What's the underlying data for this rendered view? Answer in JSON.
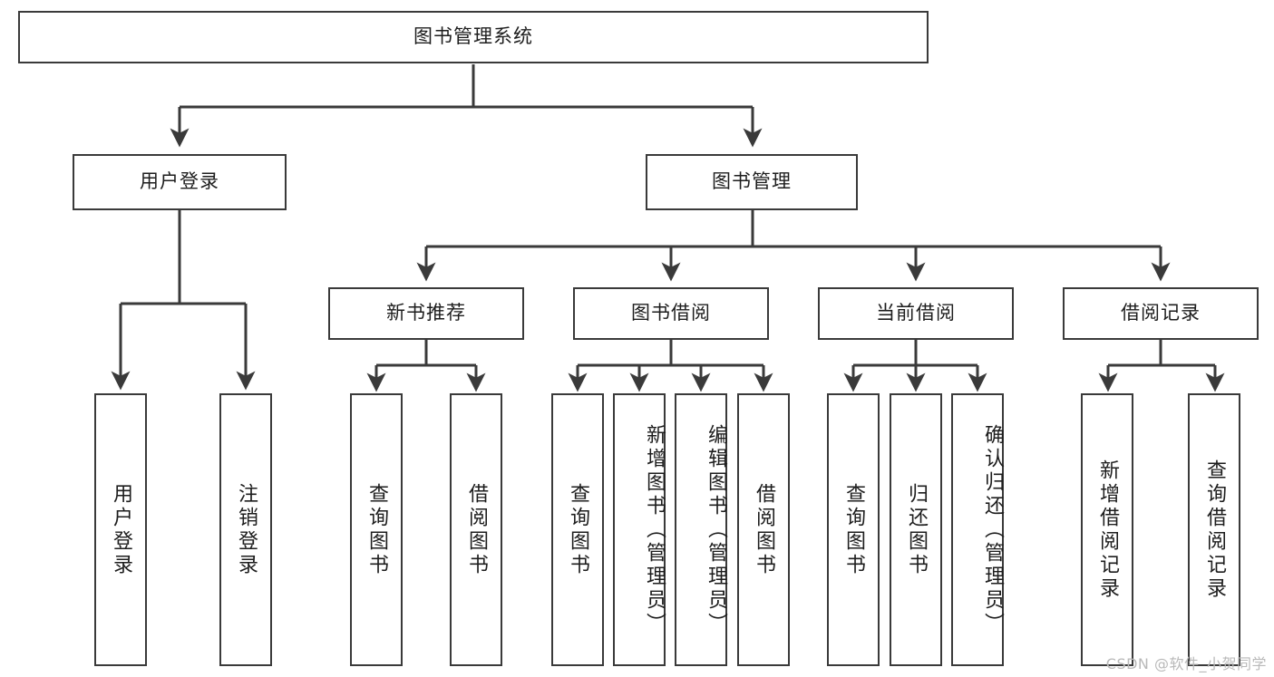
{
  "diagram": {
    "type": "tree-hierarchy-chart",
    "title": "图书管理系统",
    "root": {
      "label": "图书管理系统"
    },
    "level2": [
      {
        "id": "user-login",
        "label": "用户登录"
      },
      {
        "id": "book-management",
        "label": "图书管理"
      }
    ],
    "level3": [
      {
        "id": "new-book-recommend",
        "label": "新书推荐",
        "parent": "book-management"
      },
      {
        "id": "book-borrow",
        "label": "图书借阅",
        "parent": "book-management"
      },
      {
        "id": "current-borrow",
        "label": "当前借阅",
        "parent": "book-management"
      },
      {
        "id": "borrow-record",
        "label": "借阅记录",
        "parent": "book-management"
      }
    ],
    "leaves": {
      "user_login": [
        {
          "id": "leaf-user-login",
          "label": "用户登录"
        },
        {
          "id": "leaf-user-logout",
          "label": "注销登录"
        }
      ],
      "new_book_recommend": [
        {
          "id": "leaf-query-book-1",
          "label": "查询图书"
        },
        {
          "id": "leaf-borrow-book-1",
          "label": "借阅图书"
        }
      ],
      "book_borrow": [
        {
          "id": "leaf-query-book-2",
          "label": "查询图书"
        },
        {
          "id": "leaf-add-book",
          "label": "新增图书（管理员）"
        },
        {
          "id": "leaf-edit-book",
          "label": "编辑图书（管理员）"
        },
        {
          "id": "leaf-borrow-book-2",
          "label": "借阅图书"
        }
      ],
      "current_borrow": [
        {
          "id": "leaf-query-book-3",
          "label": "查询图书"
        },
        {
          "id": "leaf-return-book",
          "label": "归还图书"
        },
        {
          "id": "leaf-confirm-return",
          "label": "确认归还（管理员）"
        }
      ],
      "borrow_record": [
        {
          "id": "leaf-add-record",
          "label": "新增借阅记录"
        },
        {
          "id": "leaf-query-record",
          "label": "查询借阅记录"
        }
      ]
    },
    "watermark": "CSDN @软件_小贺同学",
    "colors": {
      "stroke": "#3a3a3a",
      "fill": "#ffffff",
      "text": "#1d1d1d",
      "watermark": "#b9b9b9"
    }
  }
}
